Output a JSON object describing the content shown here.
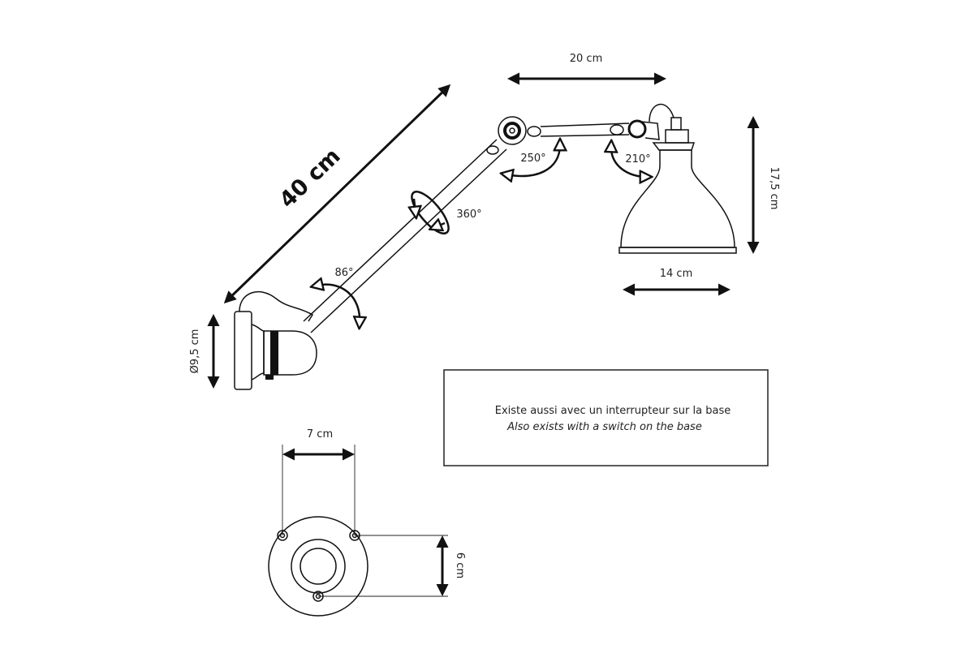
{
  "dimensions": {
    "arm_length": "40 cm",
    "upper_arm_width": "20 cm",
    "shade_height": "17,5 cm",
    "shade_width": "14 cm",
    "base_diameter": "Ø9,5 cm",
    "screw_spacing_horizontal": "7 cm",
    "screw_spacing_vertical": "6 cm"
  },
  "angles": {
    "base_tilt": "86°",
    "arm_rotation": "360°",
    "elbow": "250°",
    "shade_joint": "210°"
  },
  "note": {
    "french": "Existe aussi avec un interrupteur sur la base",
    "english": "Also exists with a switch on the base"
  }
}
